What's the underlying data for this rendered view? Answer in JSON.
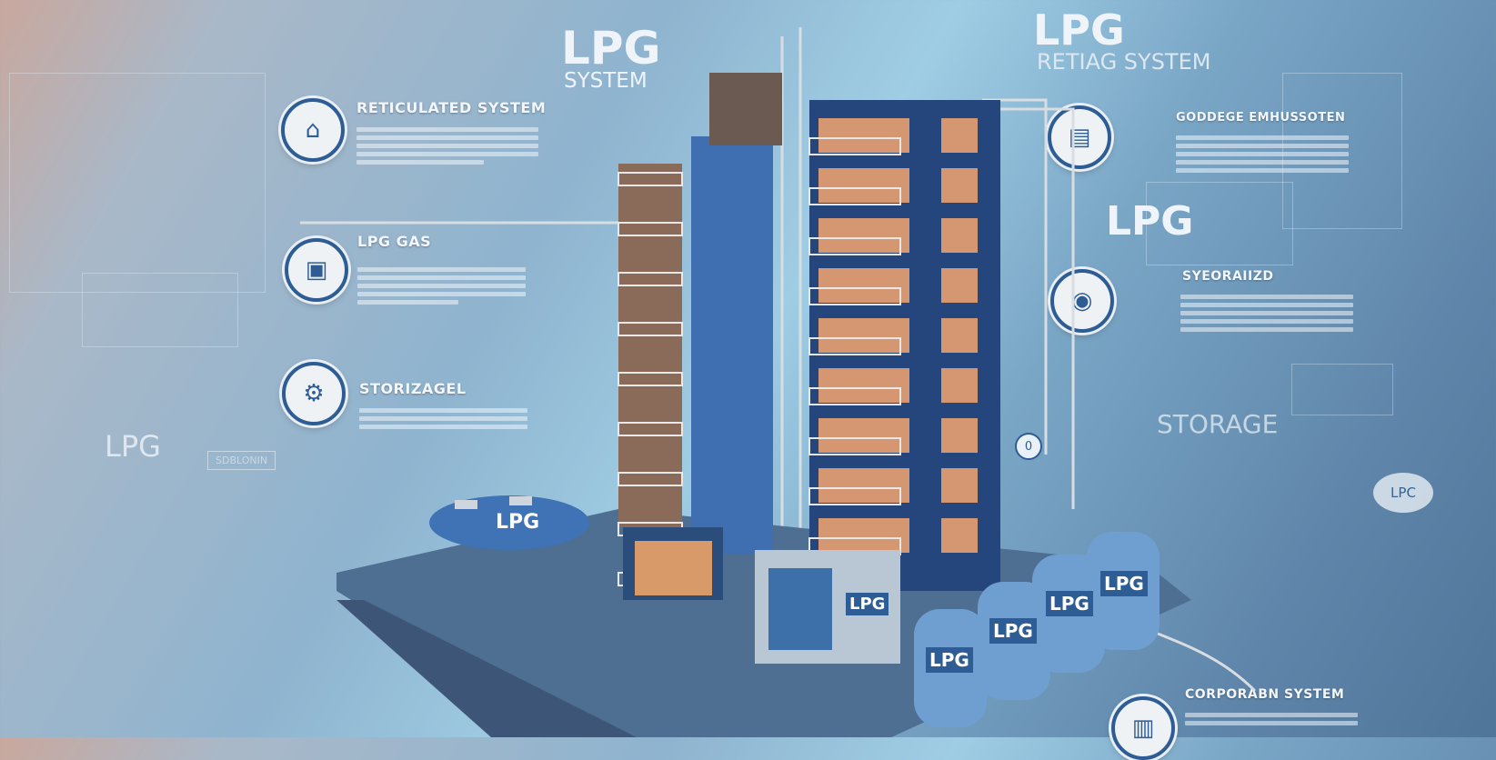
{
  "title": {
    "main": "LPG",
    "sub": "SYSTEM"
  },
  "top_right": {
    "main": "LPG",
    "sub": "RETIAG SYSTEM"
  },
  "left_items": [
    {
      "heading": "RETICULATED SYSTEM",
      "icon": "house-icon"
    },
    {
      "heading": "LPG GAS",
      "icon": "panel-icon"
    },
    {
      "heading": "STORIZAGEL",
      "icon": "gear-icon"
    }
  ],
  "left_lpg": "LPG",
  "left_box": "SDBLONIN",
  "right_items": [
    {
      "heading": "GODDEGE EMHUSSOTEN",
      "icon": "meter-icon"
    },
    {
      "heading": "SYEORAIIZD",
      "icon": "valve-icon"
    },
    {
      "heading": "CORPORABN SYSTEM",
      "icon": "display-icon"
    }
  ],
  "right_lpg": "LPG",
  "storage": "STORAGE",
  "lpc_badge": "LPC",
  "drop_badge": "0",
  "tank_label": "LPG",
  "shop_label": "LPG",
  "cylinders": [
    "LPG",
    "LPG",
    "LPG",
    "LPG"
  ],
  "colors": {
    "accent": "#2e5d95",
    "building": "#24467c",
    "window": "#e8a070"
  }
}
